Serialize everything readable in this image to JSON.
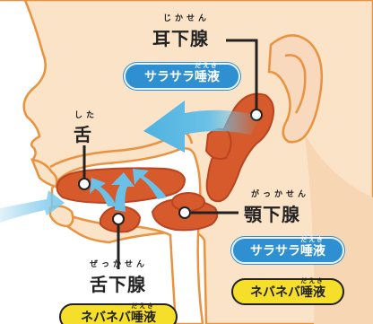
{
  "glands": {
    "parotid": {
      "name": "耳下腺",
      "reading": "じかせん"
    },
    "tongue": {
      "name": "舌",
      "reading": "した"
    },
    "submandibular": {
      "name": "顎下腺",
      "reading": "がっかせん"
    },
    "sublingual": {
      "name": "舌下腺",
      "reading": "ぜっかせん"
    }
  },
  "saliva": {
    "watery_prefix": "サラサラ",
    "sticky_prefix": "ネバネバ",
    "word": "唾液",
    "word_reading": "だえき"
  },
  "colors": {
    "gland_fill": "#d65a2b",
    "skin_fill": "#fbe3c8",
    "outline": "#e9923f",
    "arrow_blue": "#6ac0e6",
    "pill_blue": "#2e8fd1",
    "pill_yellow": "#f6df2a"
  }
}
